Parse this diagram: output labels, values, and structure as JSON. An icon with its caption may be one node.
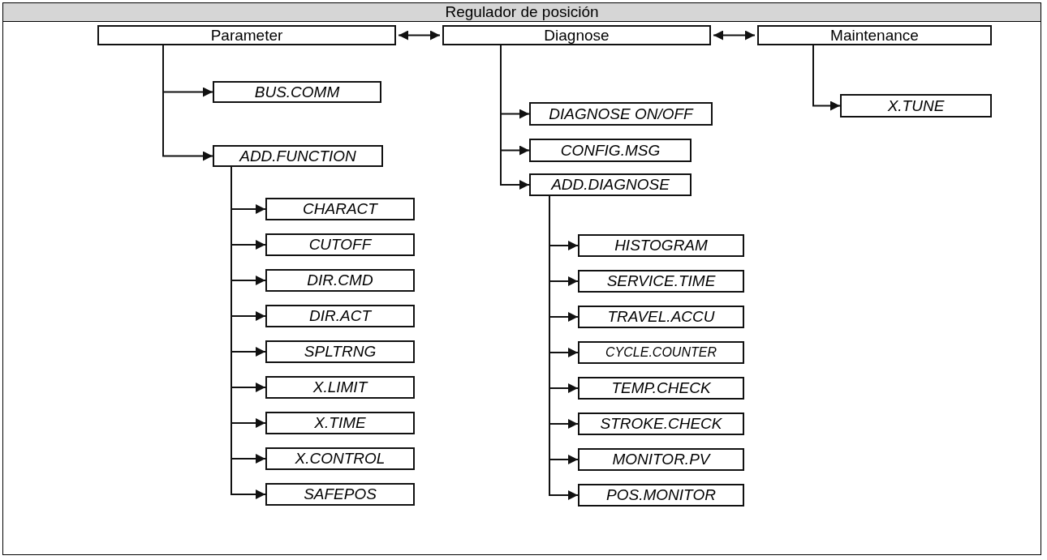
{
  "diagram": {
    "title": "Regulador de posición",
    "nodes": [
      {
        "text": [
          "Parameter"
        ]
      },
      {
        "text": [
          "Diagnose"
        ]
      },
      {
        "text": [
          "Maintenance"
        ]
      },
      {
        "text": [
          "BUS.COMM"
        ]
      },
      {
        "text": [
          "ADD.FUNCTION"
        ]
      },
      {
        "text": [
          "CHARACT"
        ]
      },
      {
        "text": [
          "CUTOFF"
        ]
      },
      {
        "text": [
          "DIR.CMD"
        ]
      },
      {
        "text": [
          "DIR.ACT"
        ]
      },
      {
        "text": [
          "SPLTRNG"
        ]
      },
      {
        "text": [
          "X.LIMIT"
        ]
      },
      {
        "text": [
          "X.TIME"
        ]
      },
      {
        "text": [
          "X.CONTROL"
        ]
      },
      {
        "text": [
          "SAFEPOS"
        ]
      },
      {
        "text": [
          "DIAGNOSE ON/OFF"
        ]
      },
      {
        "text": [
          "CONFIG.MSG"
        ]
      },
      {
        "text": [
          "ADD.DIAGNOSE"
        ]
      },
      {
        "text": [
          "HISTOGRAM"
        ]
      },
      {
        "text": [
          "SERVICE.TIME"
        ]
      },
      {
        "text": [
          "TRAVEL.ACCU"
        ]
      },
      {
        "text": [
          "CYCLE.COUNTER"
        ]
      },
      {
        "text": [
          "TEMP.CHECK"
        ]
      },
      {
        "text": [
          "STROKE.CHECK"
        ]
      },
      {
        "text": [
          "MONITOR.PV"
        ]
      },
      {
        "text": [
          "POS.MONITOR"
        ]
      },
      {
        "text": [
          "X.TUNE"
        ]
      }
    ],
    "edges": [
      {
        "from": 0,
        "to": 1,
        "arrow": "both"
      },
      {
        "from": 1,
        "to": 2,
        "arrow": "both"
      },
      {
        "from": 0,
        "to": 3,
        "arrow": "to"
      },
      {
        "from": 0,
        "to": 4,
        "arrow": "to"
      },
      {
        "from": 4,
        "to": 5,
        "arrow": "to"
      },
      {
        "from": 4,
        "to": 6,
        "arrow": "to"
      },
      {
        "from": 4,
        "to": 7,
        "arrow": "to"
      },
      {
        "from": 4,
        "to": 8,
        "arrow": "to"
      },
      {
        "from": 4,
        "to": 9,
        "arrow": "to"
      },
      {
        "from": 4,
        "to": 10,
        "arrow": "to"
      },
      {
        "from": 4,
        "to": 11,
        "arrow": "to"
      },
      {
        "from": 4,
        "to": 12,
        "arrow": "to"
      },
      {
        "from": 4,
        "to": 13,
        "arrow": "to"
      },
      {
        "from": 1,
        "to": 14,
        "arrow": "to"
      },
      {
        "from": 1,
        "to": 15,
        "arrow": "to"
      },
      {
        "from": 1,
        "to": 16,
        "arrow": "to"
      },
      {
        "from": 16,
        "to": 17,
        "arrow": "to"
      },
      {
        "from": 16,
        "to": 18,
        "arrow": "to"
      },
      {
        "from": 16,
        "to": 19,
        "arrow": "to"
      },
      {
        "from": 16,
        "to": 20,
        "arrow": "to"
      },
      {
        "from": 16,
        "to": 21,
        "arrow": "to"
      },
      {
        "from": 16,
        "to": 22,
        "arrow": "to"
      },
      {
        "from": 16,
        "to": 23,
        "arrow": "to"
      },
      {
        "from": 16,
        "to": 24,
        "arrow": "to"
      },
      {
        "from": 2,
        "to": 25,
        "arrow": "to"
      }
    ]
  }
}
